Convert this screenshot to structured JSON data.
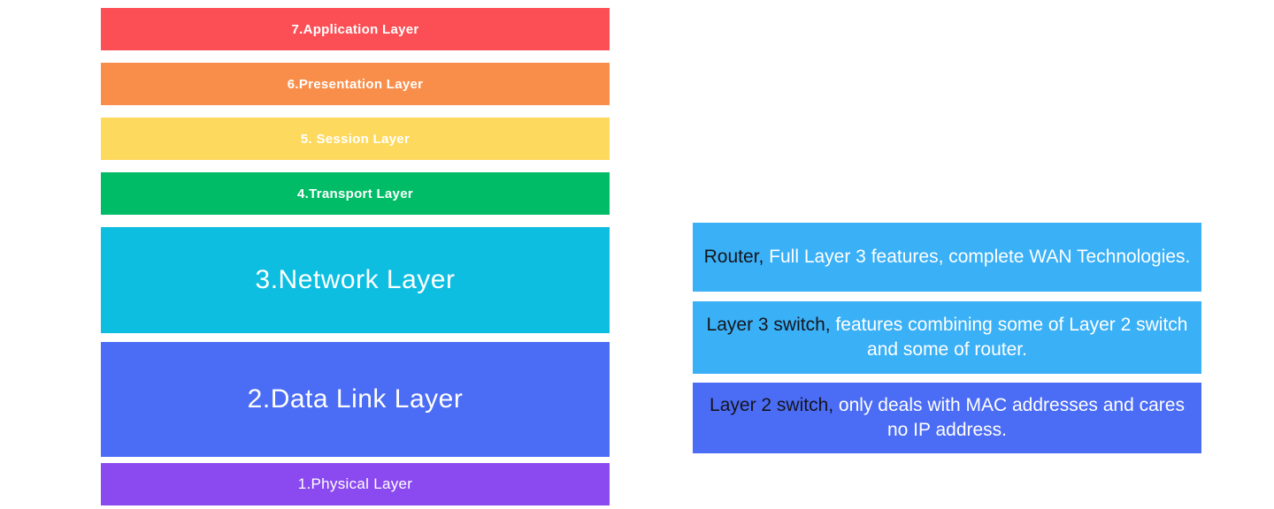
{
  "osi_layers": [
    {
      "label": "7.Application Layer",
      "color": "#fb4f55",
      "size": "small"
    },
    {
      "label": "6.Presentation Layer",
      "color": "#f98e4a",
      "size": "small"
    },
    {
      "label": "5. Session Layer",
      "color": "#fdd95e",
      "size": "small"
    },
    {
      "label": "4.Transport Layer",
      "color": "#00bc66",
      "size": "small"
    },
    {
      "label": "3.Network Layer",
      "color": "#0dbee1",
      "size": "large"
    },
    {
      "label": "2.Data Link Layer",
      "color": "#4b6cf4",
      "size": "large"
    },
    {
      "label": "1.Physical Layer",
      "color": "#8b4af0",
      "size": "medium"
    }
  ],
  "device_notes": [
    {
      "lead": "Router,",
      "rest": " Full Layer 3 features, complete WAN Technologies.",
      "color": "#3ab0f6"
    },
    {
      "lead": "Layer 3 switch,",
      "rest": " features combining some of Layer 2 switch and some of router.",
      "color": "#3ab0f6"
    },
    {
      "lead": "Layer 2 switch,",
      "rest": " only deals with MAC addresses and cares no IP address.",
      "color": "#4b6cf4"
    }
  ],
  "colors": {
    "background": "#ffffff",
    "bar_text": "#ffffff",
    "note_text": "#ffffff",
    "note_lead_text": "#15151d"
  }
}
